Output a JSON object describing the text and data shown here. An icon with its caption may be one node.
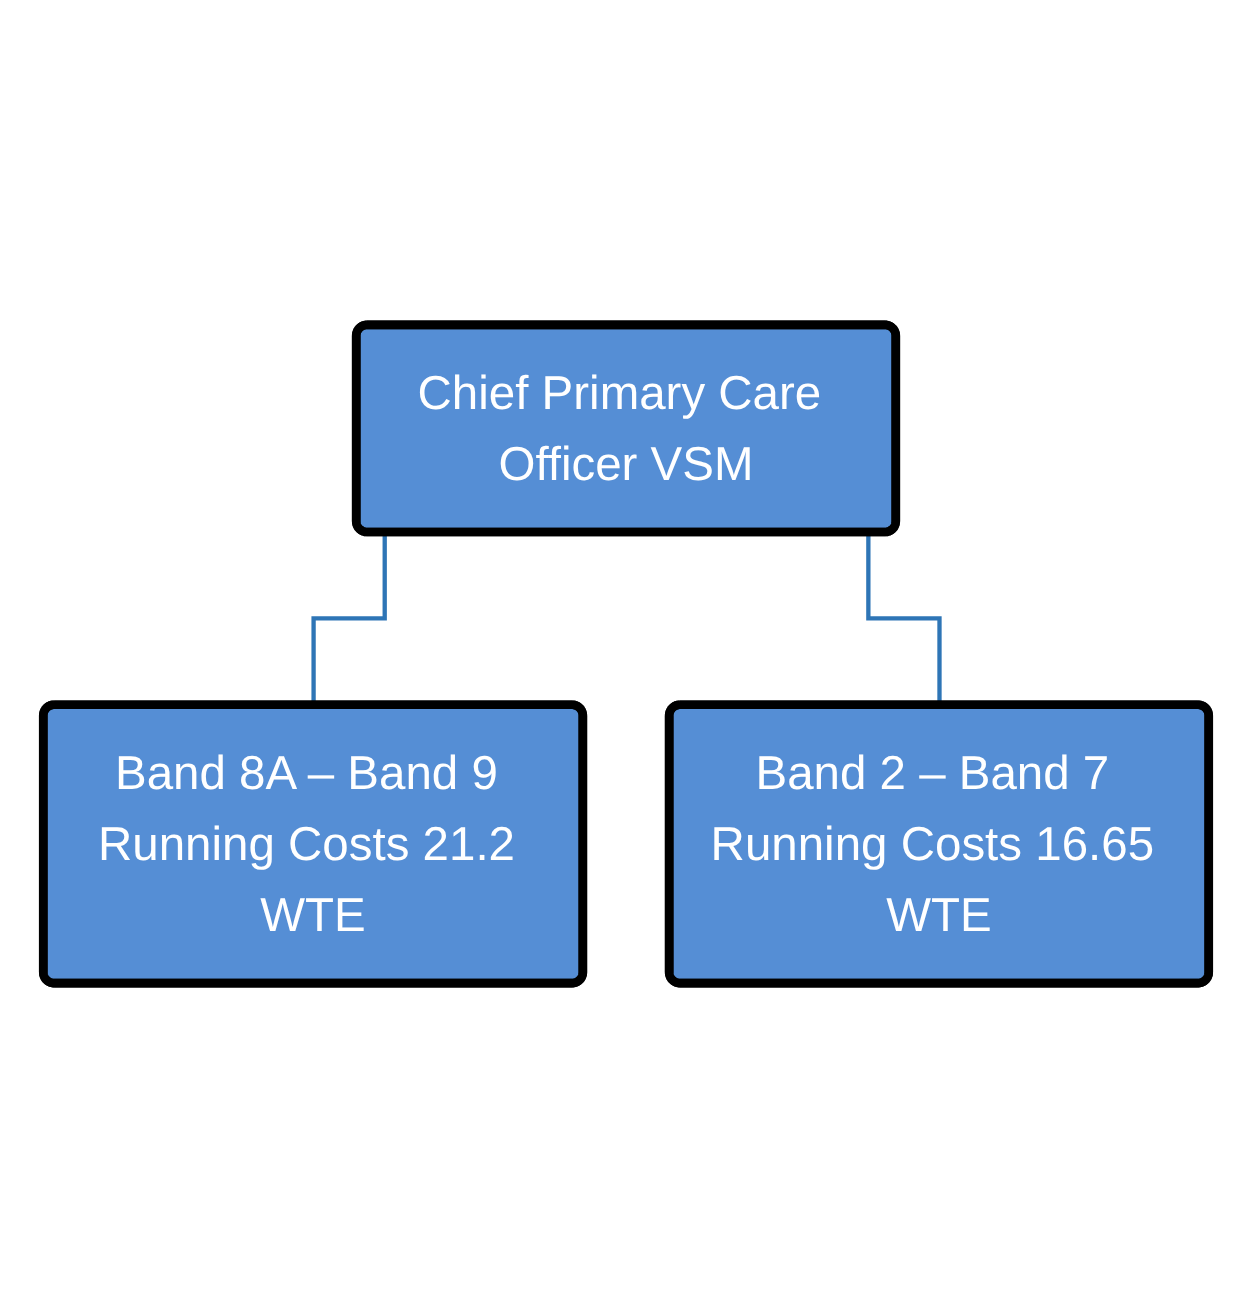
{
  "diagram": {
    "nodes": [
      {
        "text": [
          "Chief Primary Care Officer VSM"
        ]
      },
      {
        "text": [
          "Band 8A – Band 9 Running Costs 21.2 WTE"
        ]
      },
      {
        "text": [
          "Band 2 – Band 7 Running Costs 16.65 WTE"
        ]
      }
    ],
    "edges": [
      {
        "from": 0,
        "to": 1,
        "arrow": "none"
      },
      {
        "from": 0,
        "to": 2,
        "arrow": "none"
      }
    ]
  }
}
